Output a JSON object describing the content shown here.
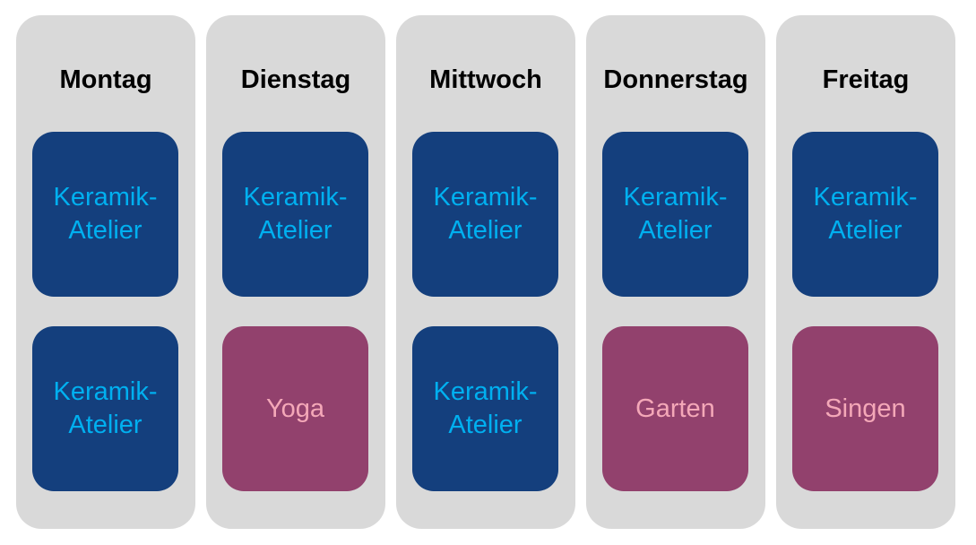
{
  "colors": {
    "column_background": "#d9d9d9",
    "title_text": "#000000",
    "keramik_card": "#143f7d",
    "keramik_text": "#00b0f0",
    "other_card": "#92416d",
    "other_text": "#f4a8b8"
  },
  "days": [
    {
      "title": "Montag",
      "activities": [
        {
          "lines": [
            "Keramik-",
            "Atelier"
          ],
          "kind": "keramik"
        },
        {
          "lines": [
            "Keramik-",
            "Atelier"
          ],
          "kind": "keramik"
        }
      ]
    },
    {
      "title": "Dienstag",
      "activities": [
        {
          "lines": [
            "Keramik-",
            "Atelier"
          ],
          "kind": "keramik"
        },
        {
          "lines": [
            "Yoga"
          ],
          "kind": "other"
        }
      ]
    },
    {
      "title": "Mittwoch",
      "activities": [
        {
          "lines": [
            "Keramik-",
            "Atelier"
          ],
          "kind": "keramik"
        },
        {
          "lines": [
            "Keramik-",
            "Atelier"
          ],
          "kind": "keramik"
        }
      ]
    },
    {
      "title": "Donnerstag",
      "activities": [
        {
          "lines": [
            "Keramik-",
            "Atelier"
          ],
          "kind": "keramik"
        },
        {
          "lines": [
            "Garten"
          ],
          "kind": "other"
        }
      ]
    },
    {
      "title": "Freitag",
      "activities": [
        {
          "lines": [
            "Keramik-",
            "Atelier"
          ],
          "kind": "keramik"
        },
        {
          "lines": [
            "Singen"
          ],
          "kind": "other"
        }
      ]
    }
  ]
}
